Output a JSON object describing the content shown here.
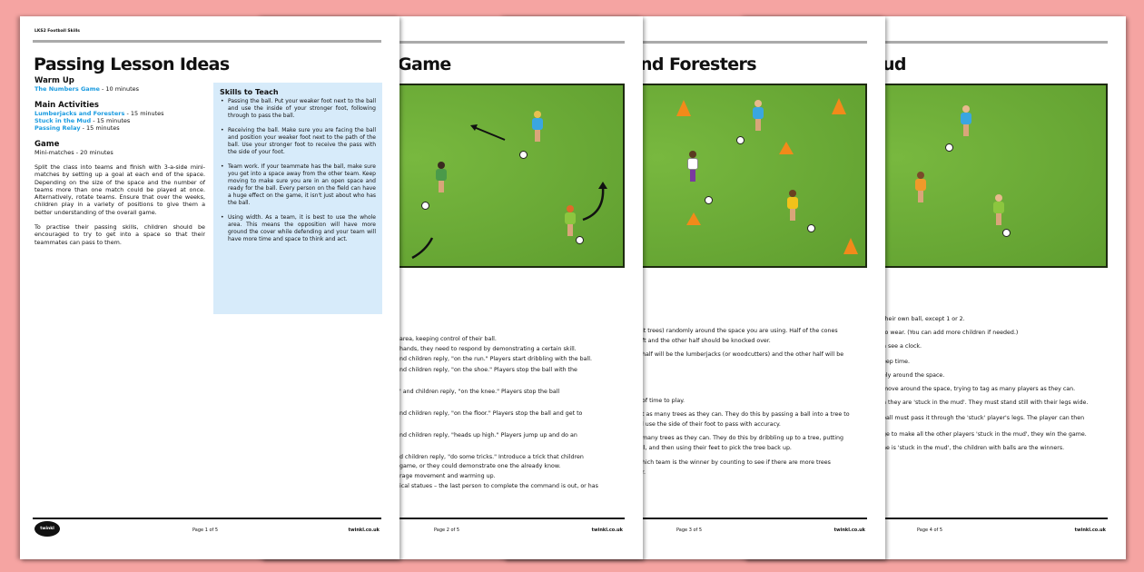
{
  "pages": [
    {
      "breadcrumb": "LKS2 Football Skills",
      "title": "Passing Lesson Ideas",
      "warm_up": {
        "heading": "Warm Up",
        "items": [
          {
            "link": "The Numbers Game",
            "duration": " - 10 minutes"
          }
        ]
      },
      "main_activities": {
        "heading": "Main Activities",
        "items": [
          {
            "link": "Lumberjacks and Foresters",
            "duration": " - 15 minutes"
          },
          {
            "link": "Stuck in the Mud",
            "duration": " - 15 minutes"
          },
          {
            "link": "Passing Relay",
            "duration": " - 15 minutes"
          }
        ]
      },
      "game": {
        "heading": "Game",
        "text": "Mini-matches - 20 minutes"
      },
      "paragraphs": [
        "Split the class into teams and finish with 3-a-side mini-matches by setting up a goal at each end of the space. Depending on the size of the space and the number of teams more than one match could be played at once. Alternatively, rotate teams. Ensure that over the weeks, children play in a variety of positions to give them a better understanding of the overall game.",
        "To practise their passing skills, children should be encouraged to try to get into a space so that their teammates can pass to them."
      ],
      "skills": {
        "heading": "Skills to Teach",
        "items": [
          "Passing the ball. Put your weaker foot next to the ball and use the inside of your stronger foot, following through to pass the ball.",
          "Receiving the ball. Make sure you are facing the ball and position your weaker foot next to the path of the ball. Use your stronger foot to receive the pass with the side of your foot.",
          "Team work. If your teammate has the ball, make sure you get into a space away from the other team. Keep moving to make sure you are in an open space and ready for the ball. Every person on the field can have a huge effect on the game, it isn't just about who has the ball.",
          "Using width. As a team, it is best to use the whole area. This means the opposition will have more ground the cover while defending and your team will have more time and space to think and act."
        ]
      },
      "logo": "twinkl",
      "page_number": "Page 1 of 5",
      "site": "twinkl.co.uk"
    },
    {
      "title": "Game",
      "lines": [
        {
          "t": "area, keeping control of their ball.",
          "tight": true
        },
        {
          "t": "hands, they need to respond by demonstrating a certain skill.",
          "tight": true
        },
        {
          "t": "nd children reply, \"on the run.\" Players start dribbling with the ball.",
          "tight": true
        },
        {
          "t": "nd children reply, \"on the shoe.\" Players stop the ball with the"
        },
        {
          "t": "' and children reply, \"on the knee.\" Players stop the ball"
        },
        {
          "t": "nd children reply, \"on the floor.\" Players stop the ball and get to"
        },
        {
          "t": "nd children reply, \"heads up high.\" Players jump up and do an"
        },
        {
          "t": "d children reply, \"do some tricks.\" Introduce a trick that children",
          "tight": true
        },
        {
          "t": "game, or they could demonstrate one the already know.",
          "tight": true
        },
        {
          "t": "rage movement and warming up.",
          "tight": true
        },
        {
          "t": "ical statues – the last person to complete the command is out, or has"
        }
      ],
      "page_number": "Page 2 of 5",
      "site": "twinkl.co.uk"
    },
    {
      "title": "nd Foresters",
      "lines": [
        {
          "t": "it trees) randomly around the space you are using. Half of the cones",
          "tight": true
        },
        {
          "t": "ft and the other half should be knocked over."
        },
        {
          "t": "half will be the lumberjacks (or woodcutters) and the other half will be"
        },
        {
          "t": " "
        },
        {
          "t": "of time to play."
        },
        {
          "t": "t as many trees as they can. They do this by passing a ball into a tree to",
          "tight": true
        },
        {
          "t": "l use the side of their foot to pass with accuracy."
        },
        {
          "t": "many trees as they can. They do this by dribbling up to a tree, putting",
          "tight": true
        },
        {
          "t": "ll, and then using their feet to pick the tree back up."
        },
        {
          "t": "hich team is the winner by counting to see if there are more trees",
          "tight": true
        },
        {
          "t": "r."
        }
      ],
      "page_number": "Page 3 of 5",
      "site": "twinkl.co.uk"
    },
    {
      "title": "ud",
      "lines": [
        {
          "t": "their own ball, except 1 or 2."
        },
        {
          "t": "to wear. (You can add more children if needed.)"
        },
        {
          "t": "n see a clock."
        },
        {
          "t": "eep time."
        },
        {
          "t": "ely around the space."
        },
        {
          "t": "move around the space, trying to tag as many players as they can."
        },
        {
          "t": "n they are 'stuck in the mud'. They must stand still with their legs wide."
        },
        {
          "t": "ball must pass it through the 'stuck' player's legs. The player can then"
        },
        {
          "t": "ge to make all the other players 'stuck in the mud', they win the game."
        },
        {
          "t": "ne is 'stuck in the mud', the children with balls are the winners."
        }
      ],
      "page_number": "Page 4 of 5",
      "site": "twinkl.co.uk"
    }
  ],
  "colors": {
    "background": "#f5a4a2",
    "link": "#1a9be0",
    "skills_box": "#d7ebfa",
    "field": "#6aa836",
    "cone": "#f28a1a"
  }
}
